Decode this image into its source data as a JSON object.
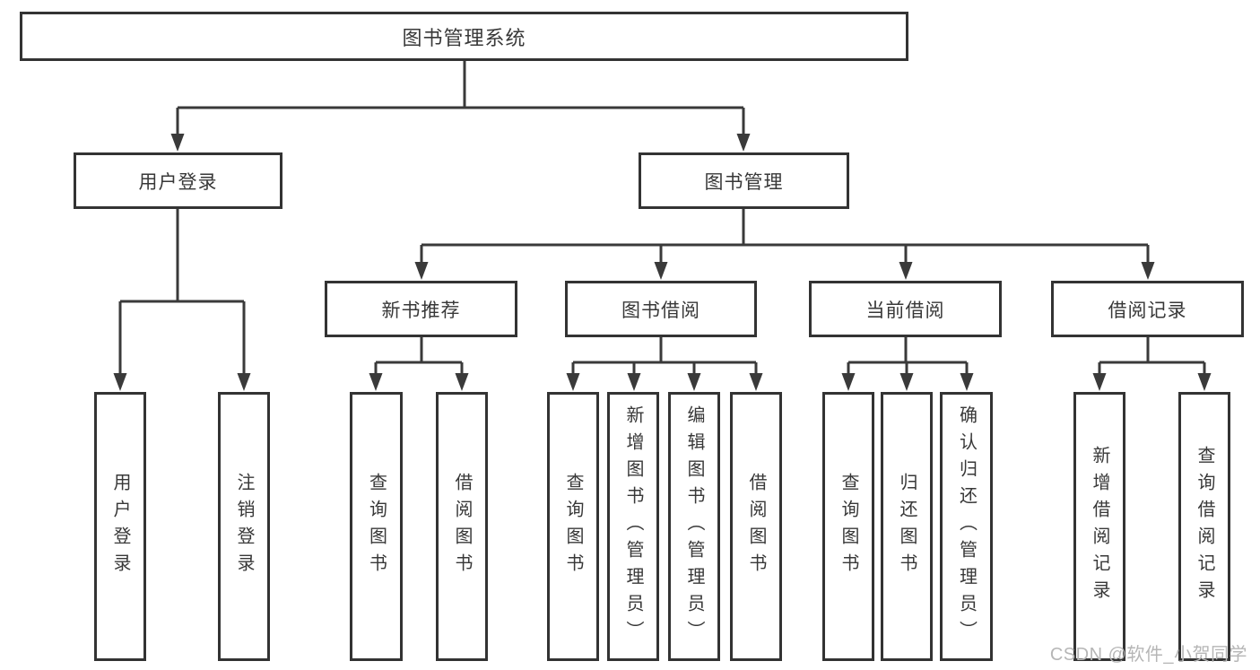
{
  "diagram": {
    "type": "hierarchy-tree",
    "root": {
      "label": "图书管理系统"
    },
    "level2": [
      {
        "label": "用户登录"
      },
      {
        "label": "图书管理"
      }
    ],
    "level3": [
      {
        "label": "新书推荐",
        "parent": "图书管理"
      },
      {
        "label": "图书借阅",
        "parent": "图书管理"
      },
      {
        "label": "当前借阅",
        "parent": "图书管理"
      },
      {
        "label": "借阅记录",
        "parent": "图书管理"
      }
    ],
    "leaves": [
      {
        "label": "用户登录",
        "parent": "用户登录"
      },
      {
        "label": "注销登录",
        "parent": "用户登录"
      },
      {
        "label": "查询图书",
        "parent": "新书推荐"
      },
      {
        "label": "借阅图书",
        "parent": "新书推荐"
      },
      {
        "label": "查询图书",
        "parent": "图书借阅"
      },
      {
        "label": "新增图书（管理员）",
        "parent": "图书借阅"
      },
      {
        "label": "编辑图书（管理员）",
        "parent": "图书借阅"
      },
      {
        "label": "借阅图书",
        "parent": "图书借阅"
      },
      {
        "label": "查询图书",
        "parent": "当前借阅"
      },
      {
        "label": "归还图书",
        "parent": "当前借阅"
      },
      {
        "label": "确认归还（管理员）",
        "parent": "当前借阅"
      },
      {
        "label": "新增借阅记录",
        "parent": "借阅记录"
      },
      {
        "label": "查询借阅记录",
        "parent": "借阅记录"
      }
    ],
    "colors": {
      "line": "#3a3a3a",
      "box_border": "#333333",
      "text": "#383838",
      "background": "#ffffff",
      "watermark": "#b6b6b6"
    }
  },
  "watermark": {
    "text": "CSDN @软件_小贺同学"
  }
}
